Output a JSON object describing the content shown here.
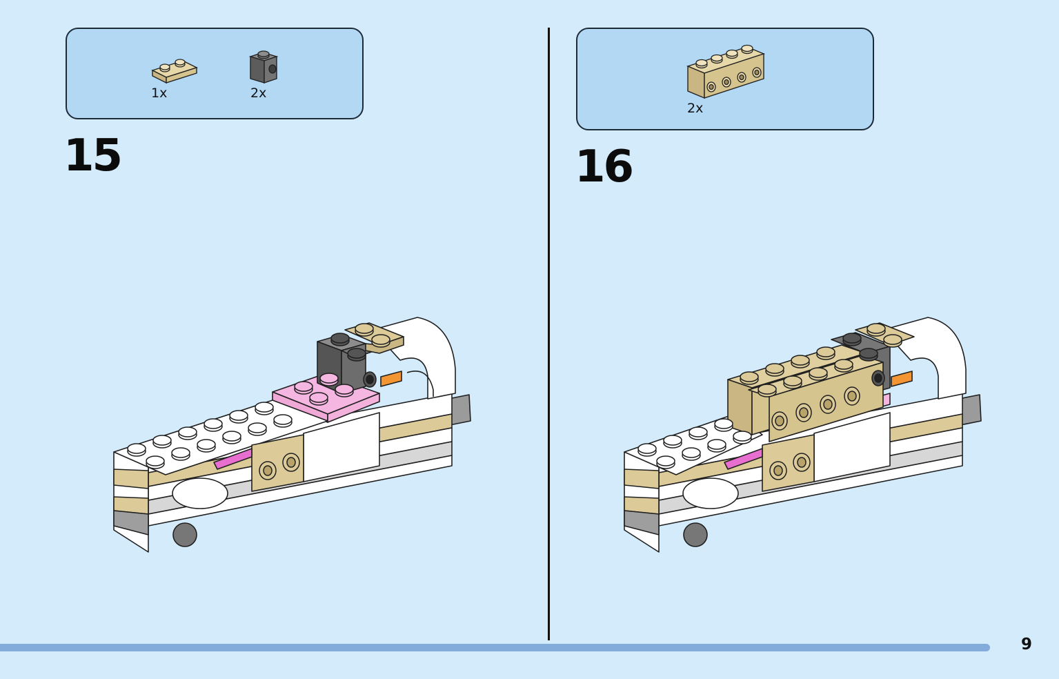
{
  "steps": [
    {
      "number": "15",
      "parts": [
        {
          "name": "tan-plate-1x2",
          "quantity": "1x",
          "color": "#dccb99"
        },
        {
          "name": "dark-gray-brick-1x1-stud-side",
          "quantity": "2x",
          "color": "#6e6e6e"
        }
      ]
    },
    {
      "number": "16",
      "parts": [
        {
          "name": "tan-brick-1x4-studs-side",
          "quantity": "2x",
          "color": "#dccb99"
        }
      ]
    }
  ],
  "page_number": "9",
  "colors": {
    "background": "#d4ebfb",
    "parts_box": "#b2d8f4",
    "progress_bar": "#84acda",
    "tan": "#dccb99",
    "white": "#ffffff",
    "pink": "#f5b7e2",
    "dark_gray": "#666666",
    "orange": "#f29532",
    "magenta": "#e86ed0"
  }
}
